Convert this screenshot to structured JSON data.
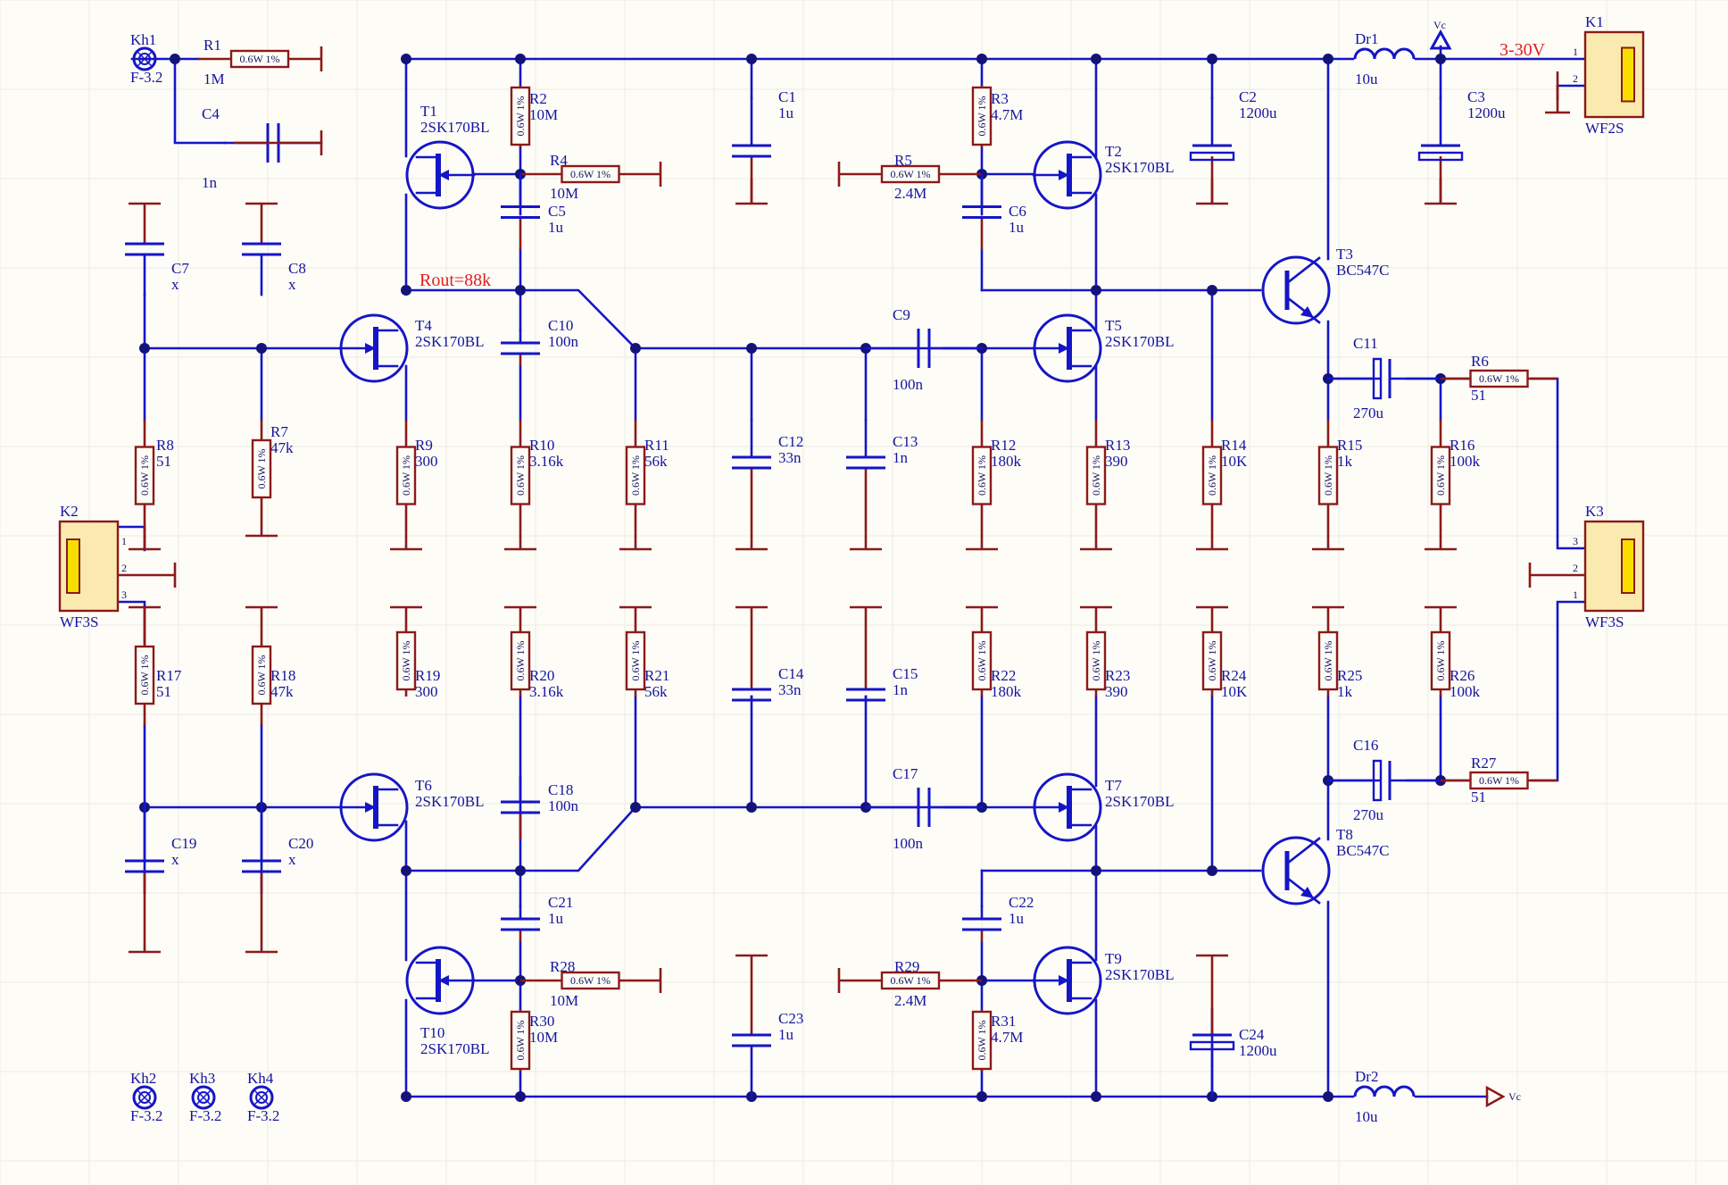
{
  "components": [
    {
      "id": "kh1",
      "ref": "Kh1",
      "value": "F-3.2"
    },
    {
      "id": "kh2",
      "ref": "Kh2",
      "value": "F-3.2"
    },
    {
      "id": "kh3",
      "ref": "Kh3",
      "value": "F-3.2"
    },
    {
      "id": "kh4",
      "ref": "Kh4",
      "value": "F-3.2"
    },
    {
      "id": "r1",
      "ref": "R1",
      "value": "1M",
      "body": "0.6W 1%"
    },
    {
      "id": "c4",
      "ref": "C4",
      "value": "1n"
    },
    {
      "id": "r2",
      "ref": "R2",
      "value": "10M",
      "body": "0.6W 1%"
    },
    {
      "id": "r3",
      "ref": "R3",
      "value": "4.7M",
      "body": "0.6W 1%"
    },
    {
      "id": "r4",
      "ref": "R4",
      "value": "10M",
      "body": "0.6W 1%"
    },
    {
      "id": "r5",
      "ref": "R5",
      "value": "2.4M",
      "body": "0.6W 1%"
    },
    {
      "id": "c1",
      "ref": "C1",
      "value": "1u"
    },
    {
      "id": "c2",
      "ref": "C2",
      "value": "1200u"
    },
    {
      "id": "c3",
      "ref": "C3",
      "value": "1200u"
    },
    {
      "id": "c5",
      "ref": "C5",
      "value": "1u"
    },
    {
      "id": "c6",
      "ref": "C6",
      "value": "1u"
    },
    {
      "id": "c7",
      "ref": "C7",
      "value": "x"
    },
    {
      "id": "c8",
      "ref": "C8",
      "value": "x"
    },
    {
      "id": "c9",
      "ref": "C9",
      "value": "100n"
    },
    {
      "id": "c10",
      "ref": "C10",
      "value": "100n"
    },
    {
      "id": "c11",
      "ref": "C11",
      "value": "270u"
    },
    {
      "id": "c12",
      "ref": "C12",
      "value": "33n"
    },
    {
      "id": "c13",
      "ref": "C13",
      "value": "1n"
    },
    {
      "id": "r6",
      "ref": "R6",
      "value": "51",
      "body": "0.6W 1%"
    },
    {
      "id": "r7",
      "ref": "R7",
      "value": "47k",
      "body": "0.6W 1%"
    },
    {
      "id": "r8",
      "ref": "R8",
      "value": "51",
      "body": "0.6W 1%"
    },
    {
      "id": "r9",
      "ref": "R9",
      "value": "300",
      "body": "0.6W 1%"
    },
    {
      "id": "r10",
      "ref": "R10",
      "value": "3.16k",
      "body": "0.6W 1%"
    },
    {
      "id": "r11",
      "ref": "R11",
      "value": "56k",
      "body": "0.6W 1%"
    },
    {
      "id": "r12",
      "ref": "R12",
      "value": "180k",
      "body": "0.6W 1%"
    },
    {
      "id": "r13",
      "ref": "R13",
      "value": "390",
      "body": "0.6W 1%"
    },
    {
      "id": "r14",
      "ref": "R14",
      "value": "10K",
      "body": "0.6W 1%"
    },
    {
      "id": "r15",
      "ref": "R15",
      "value": "1k",
      "body": "0.6W 1%"
    },
    {
      "id": "r16",
      "ref": "R16",
      "value": "100k",
      "body": "0.6W 1%"
    },
    {
      "id": "r17",
      "ref": "R17",
      "value": "51",
      "body": "0.6W 1%"
    },
    {
      "id": "r18",
      "ref": "R18",
      "value": "47k",
      "body": "0.6W 1%"
    },
    {
      "id": "r19",
      "ref": "R19",
      "value": "300",
      "body": "0.6W 1%"
    },
    {
      "id": "r20",
      "ref": "R20",
      "value": "3.16k",
      "body": "0.6W 1%"
    },
    {
      "id": "r21",
      "ref": "R21",
      "value": "56k",
      "body": "0.6W 1%"
    },
    {
      "id": "r22",
      "ref": "R22",
      "value": "180k",
      "body": "0.6W 1%"
    },
    {
      "id": "r23",
      "ref": "R23",
      "value": "390",
      "body": "0.6W 1%"
    },
    {
      "id": "r24",
      "ref": "R24",
      "value": "10K",
      "body": "0.6W 1%"
    },
    {
      "id": "r25",
      "ref": "R25",
      "value": "1k",
      "body": "0.6W 1%"
    },
    {
      "id": "r26",
      "ref": "R26",
      "value": "100k",
      "body": "0.6W 1%"
    },
    {
      "id": "r27",
      "ref": "R27",
      "value": "51",
      "body": "0.6W 1%"
    },
    {
      "id": "r28",
      "ref": "R28",
      "value": "10M",
      "body": "0.6W 1%"
    },
    {
      "id": "r29",
      "ref": "R29",
      "value": "2.4M",
      "body": "0.6W 1%"
    },
    {
      "id": "r30",
      "ref": "R30",
      "value": "10M",
      "body": "0.6W 1%"
    },
    {
      "id": "r31",
      "ref": "R31",
      "value": "4.7M",
      "body": "0.6W 1%"
    },
    {
      "id": "c14",
      "ref": "C14",
      "value": "33n"
    },
    {
      "id": "c15",
      "ref": "C15",
      "value": "1n"
    },
    {
      "id": "c16",
      "ref": "C16",
      "value": "270u"
    },
    {
      "id": "c17",
      "ref": "C17",
      "value": "100n"
    },
    {
      "id": "c18",
      "ref": "C18",
      "value": "100n"
    },
    {
      "id": "c19",
      "ref": "C19",
      "value": "x"
    },
    {
      "id": "c20",
      "ref": "C20",
      "value": "x"
    },
    {
      "id": "c21",
      "ref": "C21",
      "value": "1u"
    },
    {
      "id": "c22",
      "ref": "C22",
      "value": "1u"
    },
    {
      "id": "c23",
      "ref": "C23",
      "value": "1u"
    },
    {
      "id": "c24",
      "ref": "C24",
      "value": "1200u"
    },
    {
      "id": "t1",
      "ref": "T1",
      "value": "2SK170BL"
    },
    {
      "id": "t2",
      "ref": "T2",
      "value": "2SK170BL"
    },
    {
      "id": "t3",
      "ref": "T3",
      "value": "BC547C"
    },
    {
      "id": "t4",
      "ref": "T4",
      "value": "2SK170BL"
    },
    {
      "id": "t5",
      "ref": "T5",
      "value": "2SK170BL"
    },
    {
      "id": "t6",
      "ref": "T6",
      "value": "2SK170BL"
    },
    {
      "id": "t7",
      "ref": "T7",
      "value": "2SK170BL"
    },
    {
      "id": "t8",
      "ref": "T8",
      "value": "BC547C"
    },
    {
      "id": "t9",
      "ref": "T9",
      "value": "2SK170BL"
    },
    {
      "id": "t10",
      "ref": "T10",
      "value": "2SK170BL"
    },
    {
      "id": "dr1",
      "ref": "Dr1",
      "value": "10u"
    },
    {
      "id": "dr2",
      "ref": "Dr2",
      "value": "10u"
    },
    {
      "id": "k1",
      "ref": "K1",
      "value": "WF2S",
      "pins": [
        "1",
        "2"
      ]
    },
    {
      "id": "k2",
      "ref": "K2",
      "value": "WF3S",
      "pins": [
        "1",
        "2",
        "3"
      ]
    },
    {
      "id": "k3",
      "ref": "K3",
      "value": "WF3S",
      "pins": [
        "3",
        "2",
        "1"
      ]
    }
  ],
  "annotations": {
    "supply_range": "3-30V",
    "rout": "Rout=88k",
    "vc_top": "Vc",
    "vc_bottom": "Vc"
  },
  "colors": {
    "wire": "#1515c8",
    "passive": "#8b1a1a",
    "annotation": "#e02020",
    "background": "#fdfcf7"
  }
}
